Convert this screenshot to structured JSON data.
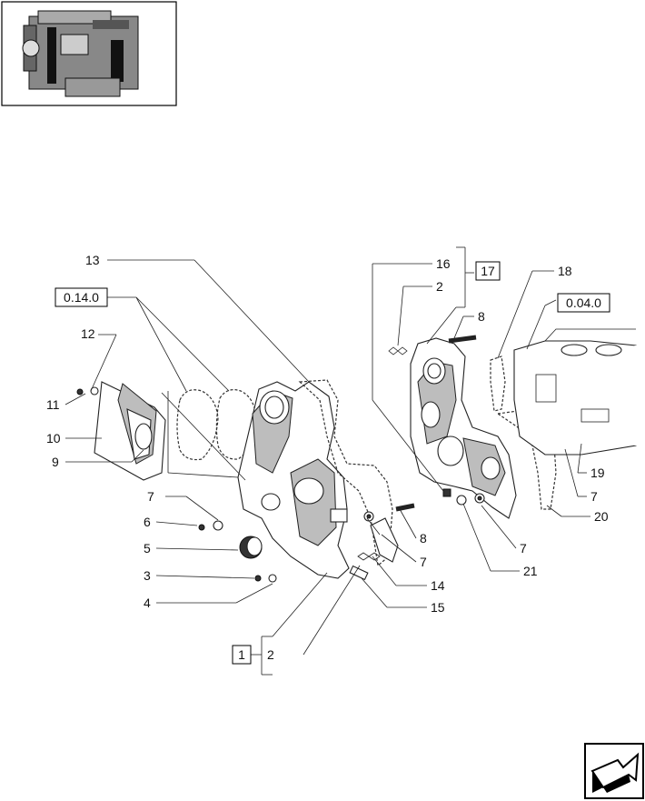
{
  "diagram": {
    "part_labels": {
      "n1": "1",
      "n2a": "2",
      "n2b": "2",
      "n3": "3",
      "n4": "4",
      "n5": "5",
      "n6": "6",
      "n7a": "7",
      "n7b": "7",
      "n7c": "7",
      "n7d": "7",
      "n8a": "8",
      "n8b": "8",
      "n9": "9",
      "n10": "10",
      "n11": "11",
      "n12": "12",
      "n13": "13",
      "n14": "14",
      "n15": "15",
      "n16": "16",
      "n17": "17",
      "n18": "18",
      "n19": "19",
      "n20": "20",
      "n21": "21"
    },
    "references": {
      "ref_0140": "0.14.0",
      "ref_0040": "0.04.0"
    }
  },
  "navigation": {
    "next_icon": "arrow-next-icon"
  }
}
